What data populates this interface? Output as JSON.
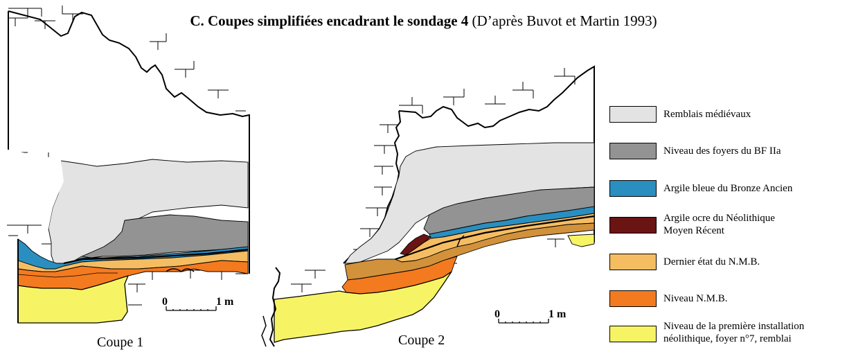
{
  "title": {
    "bold": "C. Coupes simplifiées encadrant le sondage 4",
    "normal": " (D’après Buvot et Martin 1993)"
  },
  "sections": [
    {
      "label": "Coupe 1"
    },
    {
      "label": "Coupe 2"
    }
  ],
  "scale": {
    "zero": "0",
    "one": "1 m"
  },
  "legend": [
    {
      "label": "Remblais médiévaux",
      "color": "#e3e3e3"
    },
    {
      "label": "Niveau des foyers du BF IIa",
      "color": "#939393"
    },
    {
      "label": "Argile bleue du Bronze Ancien",
      "color": "#2a8fc0"
    },
    {
      "label": "Argile ocre du Néolithique Moyen Récent",
      "color": "#6b1414"
    },
    {
      "label": "Dernier état du N.M.B.",
      "color": "#f5bd62"
    },
    {
      "label": "Niveau N.M.B.",
      "color": "#f47a1f"
    },
    {
      "label": "Niveau de la première installation néolithique, foyer n°7, remblai",
      "color": "#f6f465"
    }
  ]
}
